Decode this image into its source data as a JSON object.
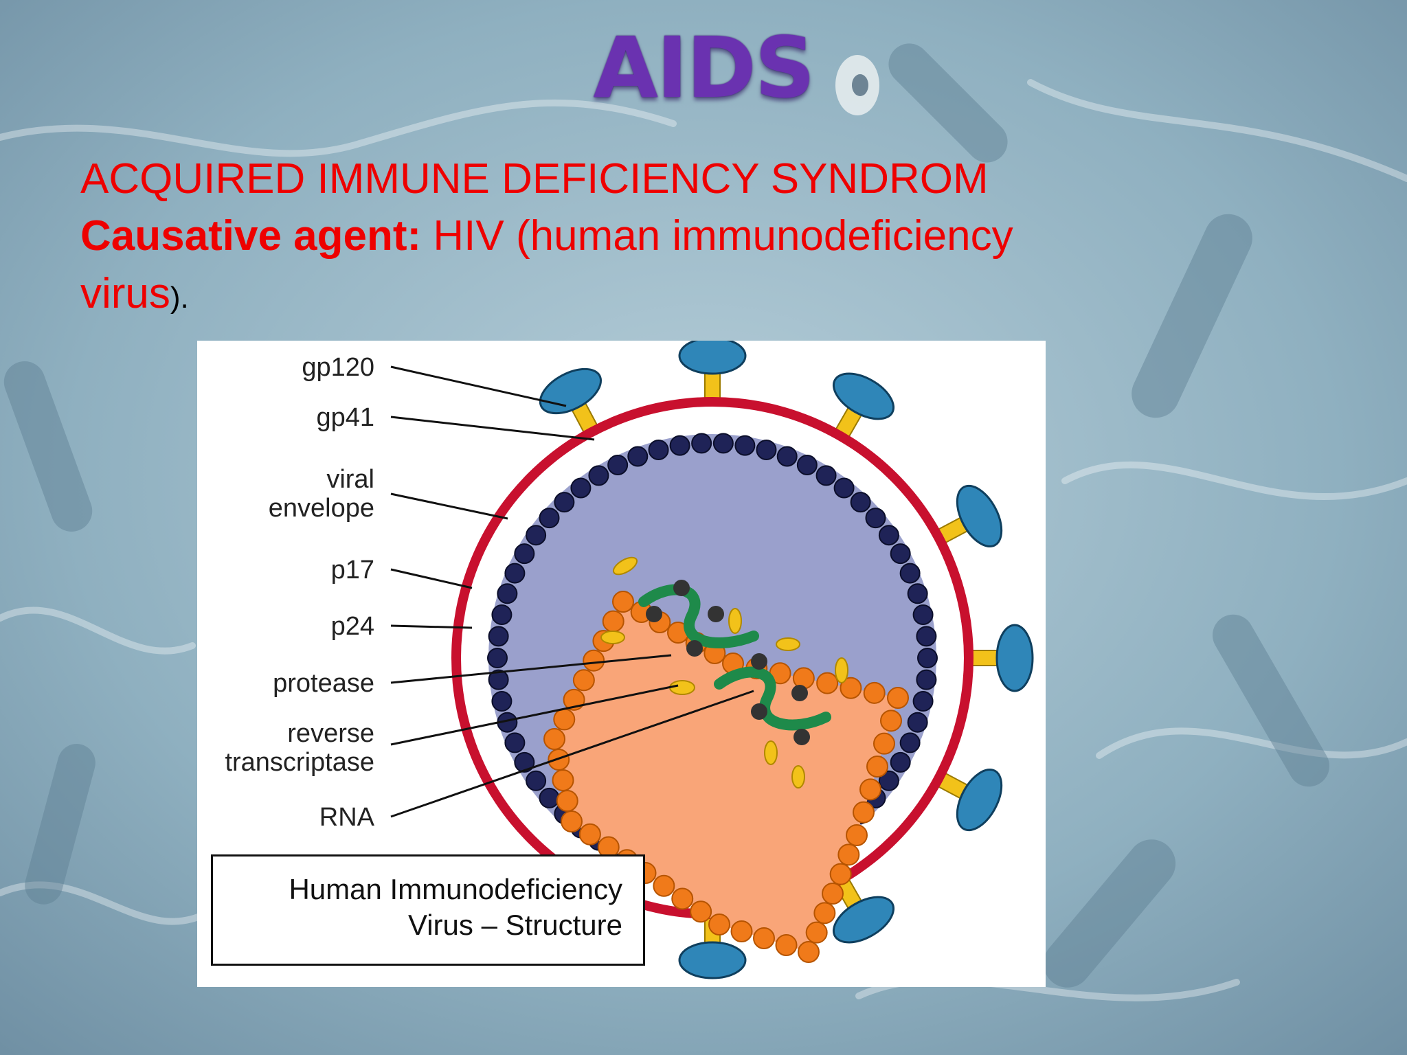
{
  "slide": {
    "title": "AIDS",
    "subtitle": "ACQUIRED IMMUNE DEFICIENCY SYNDROM",
    "agent_label": "Causative agent:",
    "agent_text": " HIV (human immunodeficiency",
    "agent_text_2": "virus",
    "agent_close": ")."
  },
  "figure": {
    "labels": {
      "gp120": "gp120",
      "gp41": "gp41",
      "viral": "viral",
      "envelope": "envelope",
      "p17": "p17",
      "p24": "p24",
      "protease": "protease",
      "reverse": "reverse",
      "transcriptase": "transcriptase",
      "rna": "RNA"
    },
    "caption_line1": "Human Immunodeficiency",
    "caption_line2": "Virus – Structure"
  },
  "colors": {
    "title": "#6a32b0",
    "text_red": "#ee0000",
    "envelope": "#c8102e",
    "matrix_beads": "#1f2357",
    "capsid": "#f9a578",
    "capsid_beads": "#f07a1a",
    "rna": "#1e8a4a",
    "spike_cap": "#2f86b8",
    "spike_stalk": "#f2c21a",
    "interior": "#9aa0cc"
  }
}
